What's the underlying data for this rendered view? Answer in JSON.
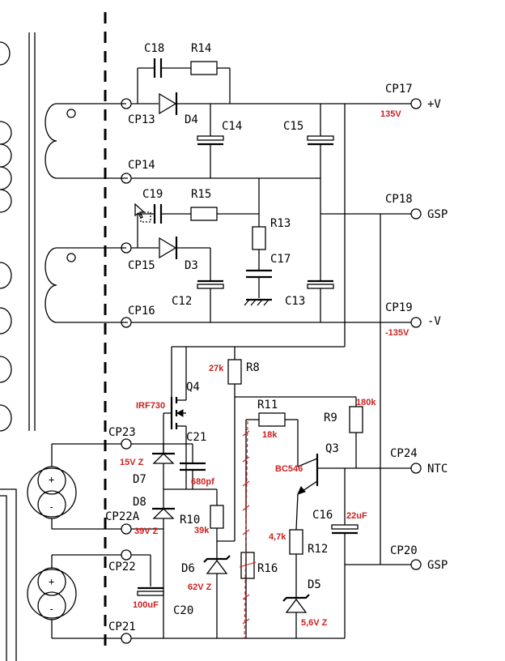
{
  "labels": {
    "C18": "C18",
    "R14": "R14",
    "CP17": "CP17",
    "CP17_net": "+V",
    "CP17_val": "135V",
    "CP13": "CP13",
    "D4": "D4",
    "C14": "C14",
    "C15": "C15",
    "CP14": "CP14",
    "C19": "C19",
    "R15": "R15",
    "CP18": "CP18",
    "CP18_net": "GSP",
    "R13": "R13",
    "CP15": "CP15",
    "D3": "D3",
    "C17": "C17",
    "C12": "C12",
    "C13": "C13",
    "CP16": "CP16",
    "CP19": "CP19",
    "CP19_net": "-V",
    "CP19_val": "-135V",
    "R8": "R8",
    "R8_val": "27k",
    "Q4": "Q4",
    "Q4_val": "IRF730",
    "R11": "R11",
    "R11_val": "18k",
    "R9": "R9",
    "R9_val": "180k",
    "CP23": "CP23",
    "C21": "C21",
    "Q3": "Q3",
    "CP24": "CP24",
    "CP24_net": "NTC",
    "D7_val": "15V Z",
    "D7": "D7",
    "Q3_val": "BC546",
    "C21_val": "680pf",
    "D8": "D8",
    "C16": "C16",
    "C16_val": "22uF",
    "CP22A": "CP22A",
    "R10": "R10",
    "D8_val": "39V Z",
    "R10_val": "39k",
    "R12_val": "4,7k",
    "R12": "R12",
    "D6": "D6",
    "R16": "R16",
    "CP22": "CP22",
    "CP20": "CP20",
    "CP20_net": "GSP",
    "D6_val": "62V Z",
    "D5": "D5",
    "C20_val": "100uF",
    "C20": "C20",
    "CP21": "CP21",
    "D5_val": "5,6V Z"
  },
  "colors": {
    "wire": "#000000",
    "value_text": "#cc1f1f"
  },
  "icons": [
    "ac-source-icon",
    "ac-source-icon",
    "ground-icon",
    "transformer-icon"
  ]
}
